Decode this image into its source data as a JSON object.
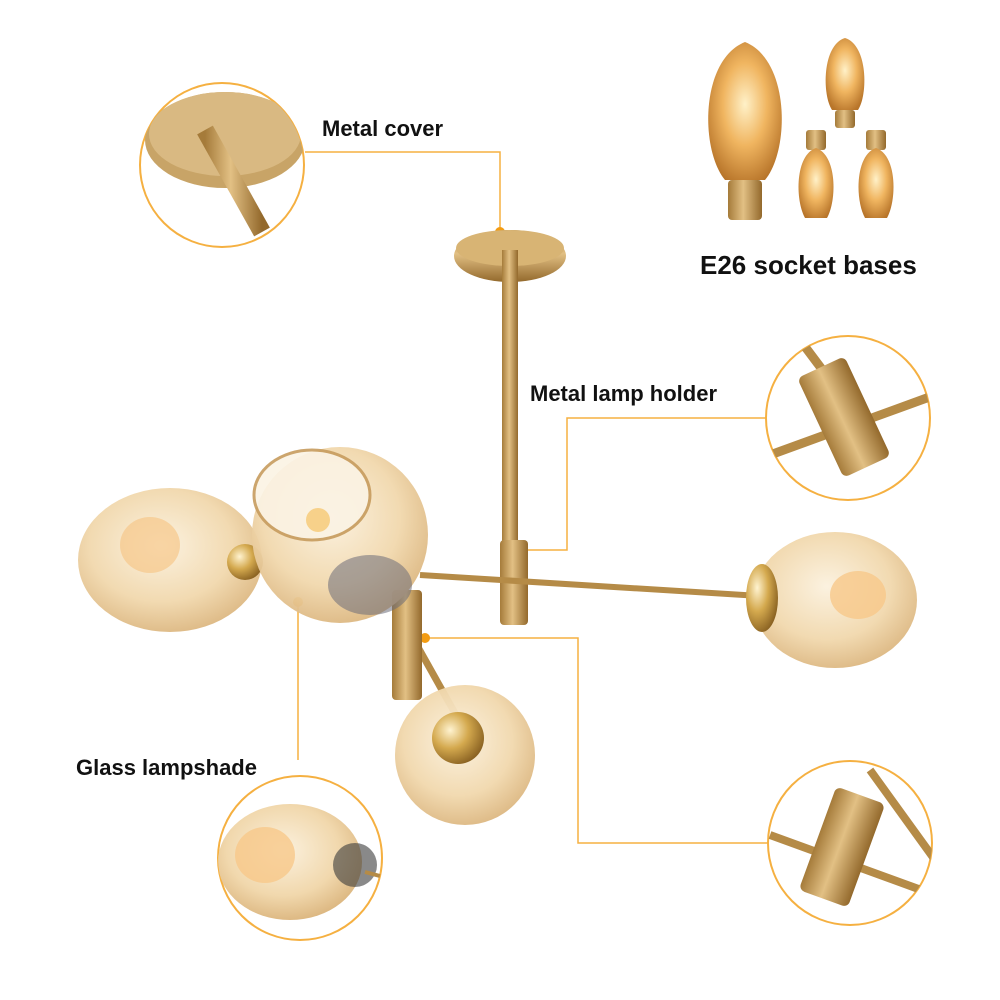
{
  "labels": {
    "metal_cover": "Metal cover",
    "metal_lamp_holder": "Metal lamp holder",
    "glass_lampshade": "Glass lampshade",
    "e26_socket_bases": "E26 socket bases"
  },
  "colors": {
    "callout_line": "#f5b041",
    "callout_dot": "#f39c12",
    "brass": "#c9a05a",
    "brass_dark": "#9c7636",
    "glass_amber": "#f3d7a8",
    "bulb_amber": "#e8a64a"
  }
}
